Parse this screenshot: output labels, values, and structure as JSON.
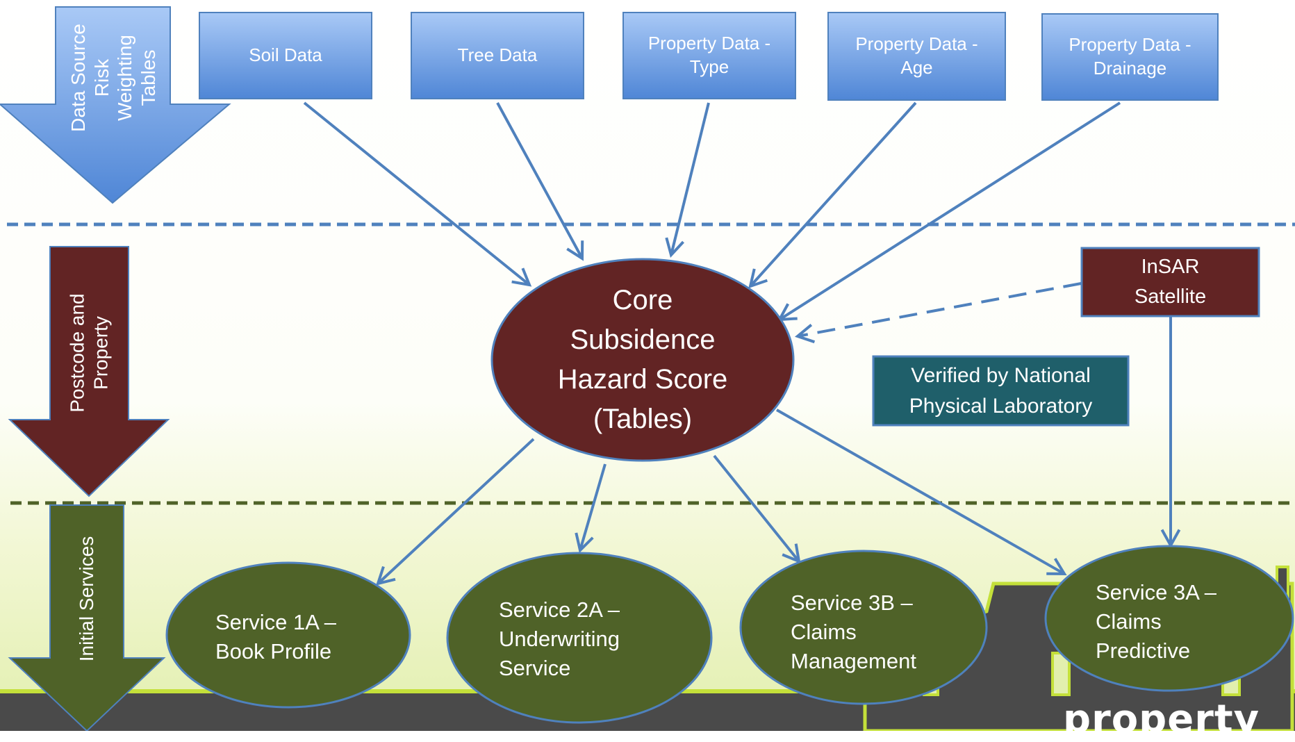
{
  "colors": {
    "source_box": "#5a93dc",
    "source_box_light": "#a8c8f5",
    "arrow_line": "#4f81bd",
    "core": "#622424",
    "service": "#4f6228",
    "verified": "#1f5f6a",
    "house": "#4a4a4a",
    "house_outline": "#c4e03a"
  },
  "sources": [
    {
      "label": "Soil Data"
    },
    {
      "label": "Tree Data"
    },
    {
      "label": "Property Data -\nType"
    },
    {
      "label": "Property Data -\nAge"
    },
    {
      "label": "Property Data -\nDrainage"
    }
  ],
  "side_arrows": {
    "data_source": "Data Source\nRisk\nWeighting\nTables",
    "postcode": "Postcode and\nProperty",
    "initial": "Initial Services"
  },
  "core": {
    "label": "Core\nSubsidence\nHazard Score\n(Tables)"
  },
  "insar": {
    "label": "InSAR\nSatellite"
  },
  "verified": {
    "label": "Verified by National\nPhysical Laboratory"
  },
  "services": [
    {
      "label": "Service 1A –\nBook Profile"
    },
    {
      "label": "Service 2A –\nUnderwriting\nService"
    },
    {
      "label": "Service 3B –\nClaims\nManagement"
    },
    {
      "label": "Service 3A –\nClaims\nPredictive"
    }
  ],
  "logo": {
    "text": "property"
  }
}
